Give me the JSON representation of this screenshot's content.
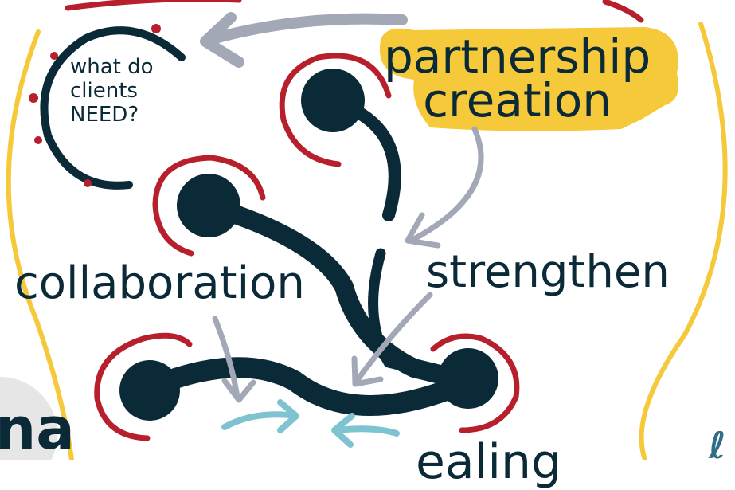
{
  "labels": {
    "clients_question": [
      "what do",
      "clients",
      "NEED?"
    ],
    "partnership_creation": [
      "partnership",
      "creation"
    ],
    "collaboration": "collaboration",
    "strengthen": "strengthen",
    "partial_left": "na",
    "partial_right": "ℓ",
    "partial_bottom": "ealing"
  },
  "colors": {
    "navy": "#0b2a38",
    "red": "#b81f2c",
    "yellow": "#f5c93a",
    "grey_arrow": "#a3a8b6",
    "teal_arrow": "#7ec3d0",
    "bubble_grey": "#e6e6e6"
  }
}
